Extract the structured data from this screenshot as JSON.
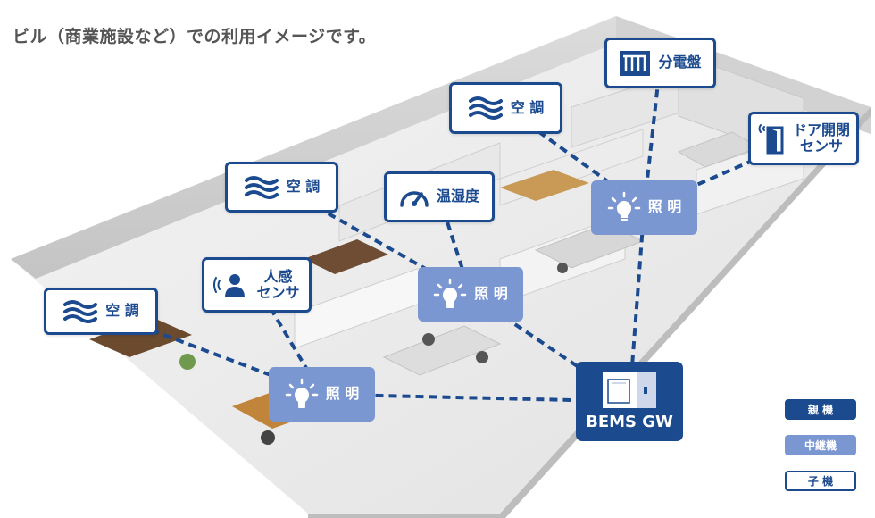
{
  "caption": "ビル（商業施設など）での利用イメージです。",
  "colors": {
    "parent": "#1b4a8f",
    "relay": "#7a97d2",
    "child": "#ffffff",
    "child_border": "#1b4a8f",
    "link": "#1b4a8f"
  },
  "nodes": {
    "ac_left": {
      "label": "空 調",
      "role": "child",
      "icon": "air-flow-icon"
    },
    "ac_mid": {
      "label": "空 調",
      "role": "child",
      "icon": "air-flow-icon"
    },
    "ac_top": {
      "label": "空 調",
      "role": "child",
      "icon": "air-flow-icon"
    },
    "human_sensor": {
      "label": "人感\nセンサ",
      "role": "child",
      "icon": "person-sensor-icon"
    },
    "thermo_hygro": {
      "label": "温湿度",
      "role": "child",
      "icon": "gauge-icon"
    },
    "distribution_board": {
      "label": "分電盤",
      "role": "child",
      "icon": "breaker-icon"
    },
    "door_sensor": {
      "label": "ドア開閉\nセンサ",
      "role": "child",
      "icon": "door-icon"
    },
    "light_bottom": {
      "label": "照 明",
      "role": "relay",
      "icon": "light-bulb-icon"
    },
    "light_mid": {
      "label": "照 明",
      "role": "relay",
      "icon": "light-bulb-icon"
    },
    "light_right": {
      "label": "照 明",
      "role": "relay",
      "icon": "light-bulb-icon"
    },
    "gateway": {
      "label": "BEMS GW",
      "role": "parent",
      "icon": "gateway-box-icon"
    }
  },
  "links": [
    [
      "ac_left",
      "light_bottom"
    ],
    [
      "human_sensor",
      "light_bottom"
    ],
    [
      "light_bottom",
      "gateway"
    ],
    [
      "ac_mid",
      "light_mid"
    ],
    [
      "thermo_hygro",
      "light_mid"
    ],
    [
      "light_mid",
      "gateway"
    ],
    [
      "ac_top",
      "light_right"
    ],
    [
      "distribution_board",
      "light_right"
    ],
    [
      "door_sensor",
      "light_right"
    ],
    [
      "light_right",
      "gateway"
    ]
  ],
  "legend": {
    "parent": "親 機",
    "relay": "中継機",
    "child": "子 機"
  }
}
